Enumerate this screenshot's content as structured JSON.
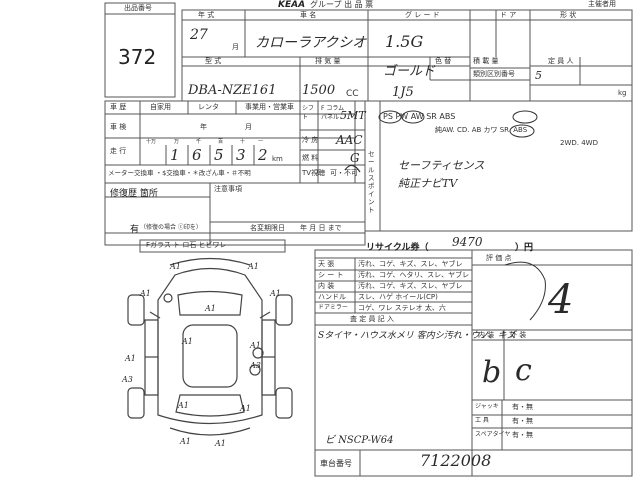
{
  "header": {
    "lot_label": "出品番号",
    "lot_number": "372",
    "logo_text": "KEAA",
    "group_title": "グループ 出 品 票",
    "right_label": "主催者用"
  },
  "vehicle": {
    "year_label": "年 式",
    "name_label": "車 名",
    "grade_label": "グ レ ー ド",
    "door_label": "ド ア",
    "shape_label": "形 状",
    "year_value": "27",
    "month_suffix": "月",
    "name_value": "カローラアクシオ",
    "grade_value": "1.5G",
    "model_label": "型 式",
    "displacement_label": "排 気 量",
    "color_label": "色 替",
    "model_value": "DBA-NZE161",
    "displacement_value": "1500",
    "cc_unit": "CC",
    "color_value": "ゴールド",
    "color_code": "1J5",
    "capacity_label": "定 員 人",
    "capacity_value": "5",
    "load_label": "積 載 量",
    "weight_label": "類別区別番号",
    "kg_unit": "kg"
  },
  "registration": {
    "category_label": "車 歴",
    "private_label": "自家用",
    "rental_label": "レンタ",
    "business_label": "事業用・営業車",
    "inspection_label": "車 検",
    "year_unit": "年",
    "month_unit": "月",
    "mileage_label": "走 行",
    "digit_labels": [
      "十万",
      "万",
      "千",
      "百",
      "十",
      "一"
    ],
    "mileage_digits": [
      "1",
      "6",
      "5",
      "3",
      "2"
    ],
    "km_unit": "km",
    "meter_note": "メーター交換車 ・$交換車・＊改ざん車・＃不明"
  },
  "equipment": {
    "shift_label": "シフト",
    "shift_options": "F コラム パネル",
    "shift_value": "5MT",
    "ac_label": "冷 房",
    "ac_value": "AAC",
    "fuel_label": "燃 料",
    "fuel_value": "G",
    "tv_label": "TV視聴",
    "tv_choice": "可・不可",
    "options": "PS PW AW SR ABS",
    "option_sub": "純AW. CD. AB  カワ SR. ABS",
    "drive": "2WD. 4WD",
    "selling_point_label": "セールスポイント",
    "selling_point_1": "セーフティセンス",
    "selling_point_2": "純正ナビTV"
  },
  "repair": {
    "title": "修復歴 箇所",
    "notes_label": "注意事項",
    "has_label": "有",
    "deduction": "（修復の場合 ⓒ印を）",
    "reason_label": "名変期限日",
    "reason_value": "年 月 日 まで"
  },
  "damage_key": {
    "labels": "Fガラス ト ロ石 ヒビワレ"
  },
  "car_map": {
    "marks": [
      "A1",
      "A1",
      "A1",
      "A1",
      "A1",
      "A1",
      "A1",
      "A3",
      "A1",
      "A3",
      "A1",
      "A1",
      "A1",
      "A1"
    ]
  },
  "recycle": {
    "label": "リサイクル券（",
    "value": "9470",
    "unit": "）円"
  },
  "condition": {
    "rows": [
      {
        "name": "天 張",
        "values": "汚れ、コゲ、キズ、スレ、ヤブレ"
      },
      {
        "name": "シ ー ト",
        "values": "汚れ、コゲ、ヘタリ、スレ、ヤブレ"
      },
      {
        "name": "内 装",
        "values": "汚れ、コゲ、キズ、スレ、ヤブレ"
      },
      {
        "name": "ハンドル",
        "values": "スレ、ハゲ ホイール(CP)"
      },
      {
        "name": "ドアミラー",
        "values": "コゲ、ワレ ステレオ 太、六"
      }
    ],
    "eval_label": "評 価 点",
    "eval_value": "4",
    "exterior_label": "外 装",
    "interior_label": "内 装",
    "interior_grade": "b",
    "exterior_grade": "c"
  },
  "inspector": {
    "title": "査 定 員 記 入",
    "note_1": "Sタイヤ・ハウス水メリ 客内シ汚れ・ウノ、キズ",
    "note_2": "ビ NSCP-W64"
  },
  "accessories": {
    "jack": "ジャッキ",
    "tools": "工 具",
    "spare": "スペアタイヤ",
    "yes_no": "有・無"
  },
  "chassis": {
    "label": "車台番号",
    "value": "7122008"
  }
}
